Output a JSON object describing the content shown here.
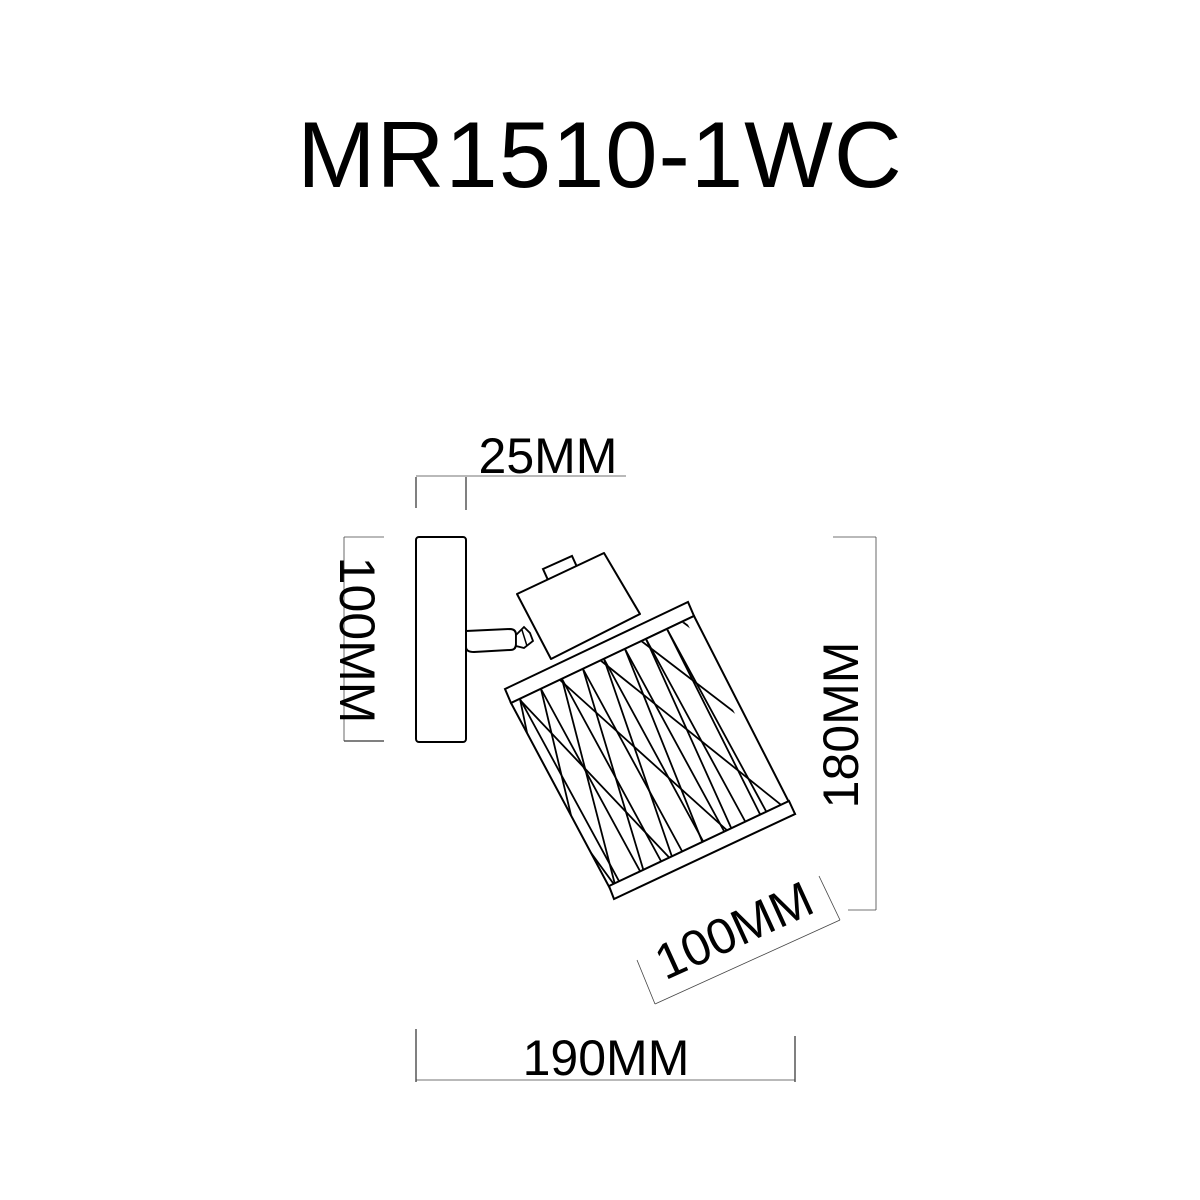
{
  "title": "MR1510-1WC",
  "dimensions": {
    "plate_depth": "25MM",
    "plate_height": "100MM",
    "total_height": "180MM",
    "shade_diameter": "100MM",
    "total_width": "190MM"
  },
  "colors": {
    "line": "#000000",
    "background": "#ffffff"
  }
}
